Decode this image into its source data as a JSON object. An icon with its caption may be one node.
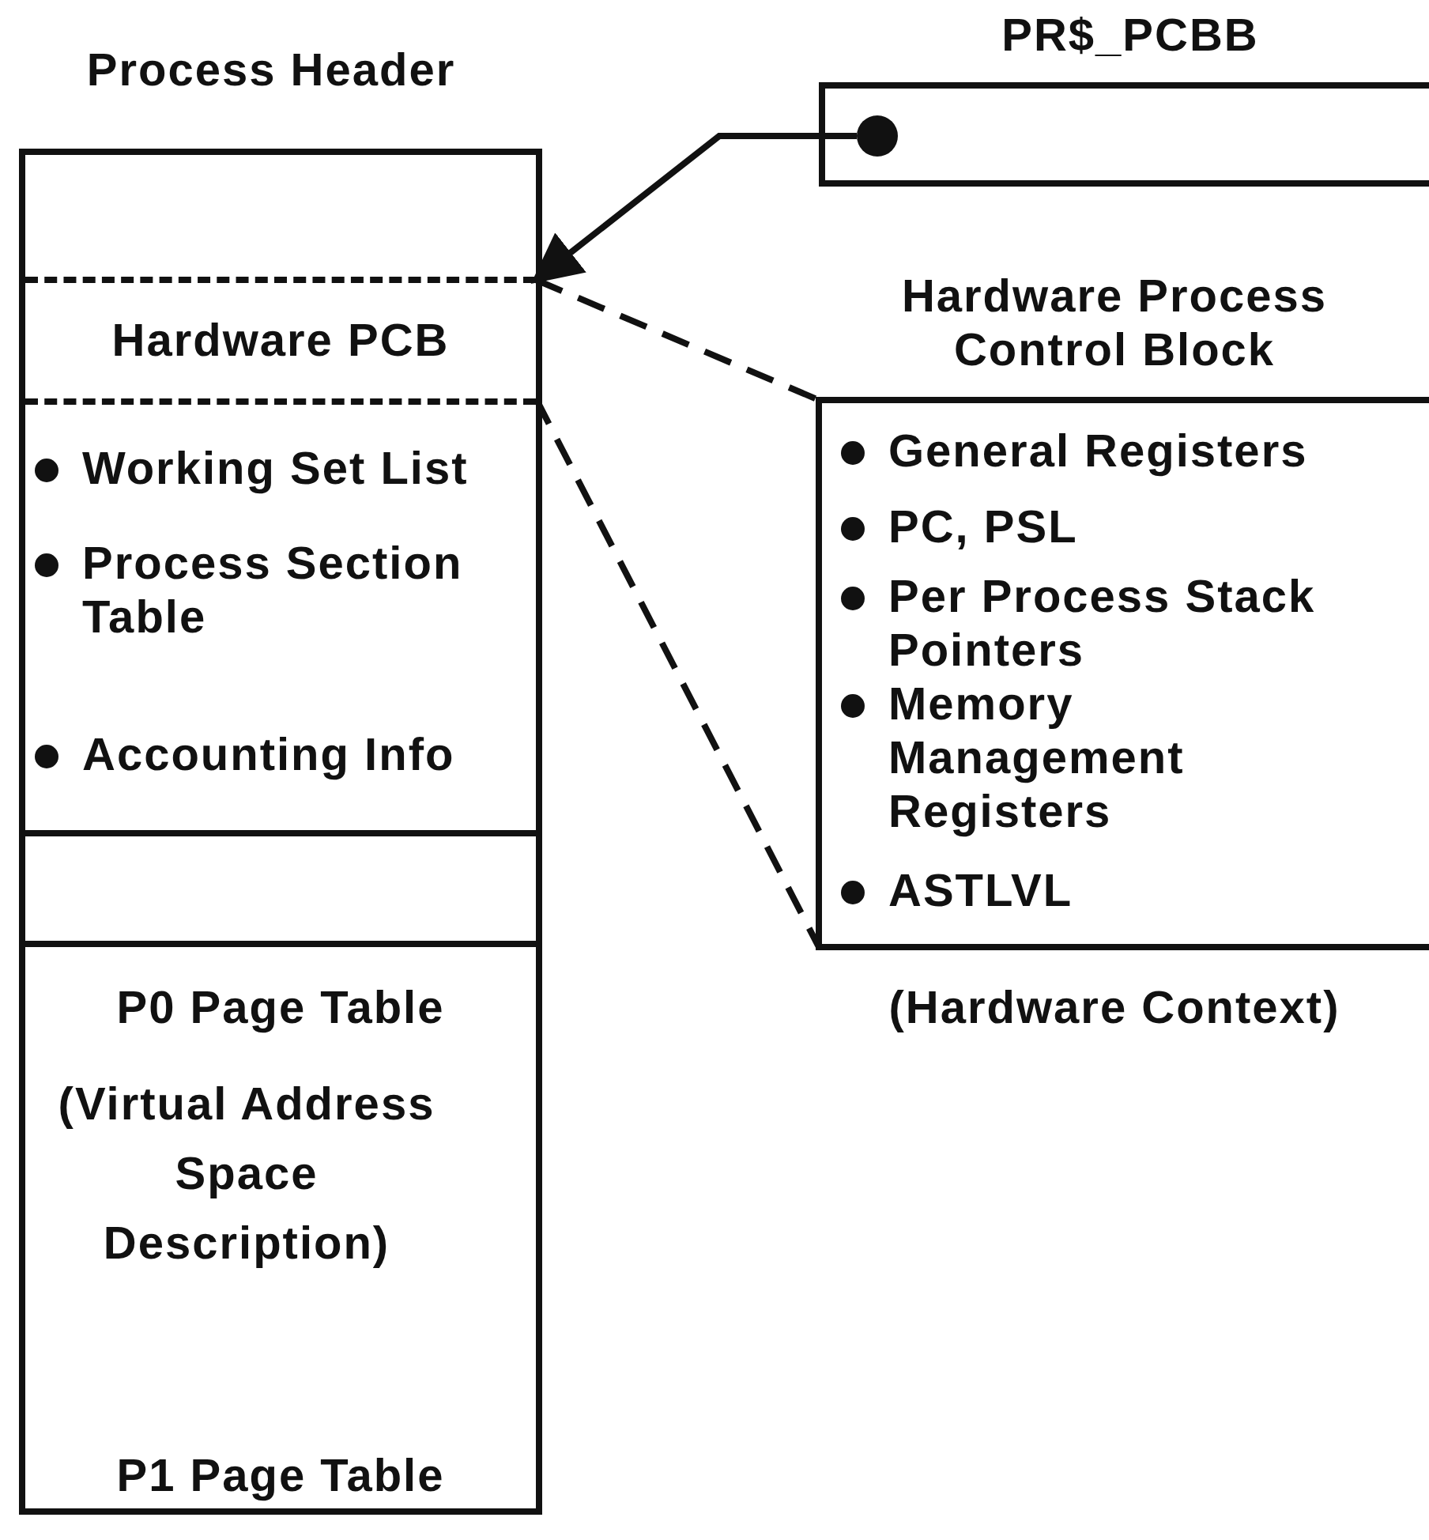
{
  "diagram": {
    "nodes": [
      {
        "text": [
          "Process Header"
        ]
      },
      {
        "text": [],
        "shape": "box",
        "in": 0
      },
      {
        "text": [
          "Hardware PCB"
        ],
        "in": 0
      },
      {
        "text": [
          "Working Set List",
          "Process Section Table",
          "Accounting Info"
        ],
        "in": 0
      },
      {
        "text": [],
        "shape": "box",
        "in": 0
      },
      {
        "text": [
          "P0 Page Table",
          "(Virtual Address Space Description)",
          "P1 Page Table"
        ],
        "in": 0
      },
      {
        "text": [
          "PR$_PCBB"
        ]
      },
      {
        "text": [],
        "shape": "circle",
        "in": 6
      },
      {
        "text": [
          "Hardware Process Control Block",
          "General Registers",
          "PC, PSL",
          "Per Process Stack Pointers",
          "Memory Management Registers",
          "ASTLVL"
        ],
        "beside": [
          "(Hardware Context)"
        ]
      }
    ],
    "edges": [
      {
        "from": 7,
        "to": 2,
        "arrow": "to"
      },
      {
        "from": 2,
        "to": 8,
        "arrow": "none",
        "style": "dashed"
      },
      {
        "from": 2,
        "to": 8,
        "arrow": "none",
        "style": "dashed"
      }
    ]
  }
}
